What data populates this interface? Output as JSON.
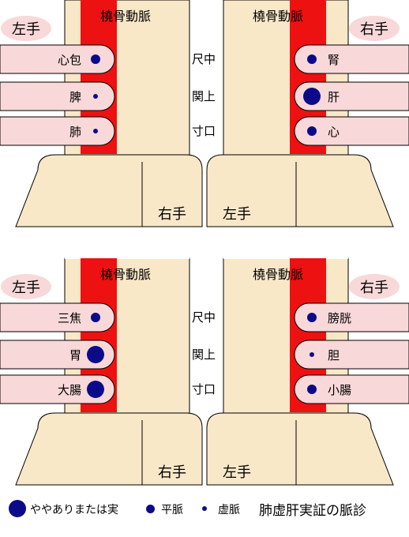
{
  "colors": {
    "skin": "#f8e8c8",
    "finger": "#f8d8d8",
    "artery": "#ee1111",
    "pulse": "#0b0b8a",
    "outline": "#000000",
    "label_bg": "#f8d8d8"
  },
  "panels": [
    {
      "artery_label_left": "橈骨動脈",
      "artery_label_right": "橈骨動脈",
      "hand_left": "左手",
      "hand_right": "右手",
      "positions": [
        "尺中",
        "関上",
        "寸口"
      ],
      "left_fingers": [
        {
          "label": "心包",
          "strength": "normal"
        },
        {
          "label": "脾",
          "strength": "weak"
        },
        {
          "label": "肺",
          "strength": "weak"
        }
      ],
      "right_fingers": [
        {
          "label": "腎",
          "strength": "normal"
        },
        {
          "label": "肝",
          "strength": "strong"
        },
        {
          "label": "心",
          "strength": "normal"
        }
      ],
      "thumb_left": "右手",
      "thumb_right": "左手"
    },
    {
      "artery_label_left": "橈骨動脈",
      "artery_label_right": "橈骨動脈",
      "hand_left": "左手",
      "hand_right": "右手",
      "positions": [
        "尺中",
        "関上",
        "寸口"
      ],
      "left_fingers": [
        {
          "label": "三焦",
          "strength": "normal"
        },
        {
          "label": "胃",
          "strength": "strong"
        },
        {
          "label": "大腸",
          "strength": "strong"
        }
      ],
      "right_fingers": [
        {
          "label": "膀胱",
          "strength": "normal"
        },
        {
          "label": "胆",
          "strength": "weak"
        },
        {
          "label": "小腸",
          "strength": "normal"
        }
      ],
      "thumb_left": "右手",
      "thumb_right": "左手"
    }
  ],
  "legend": {
    "strong": "ややありまたは実",
    "normal": "平脈",
    "weak": "虚脈",
    "title": "肺虚肝実証の脈診"
  }
}
